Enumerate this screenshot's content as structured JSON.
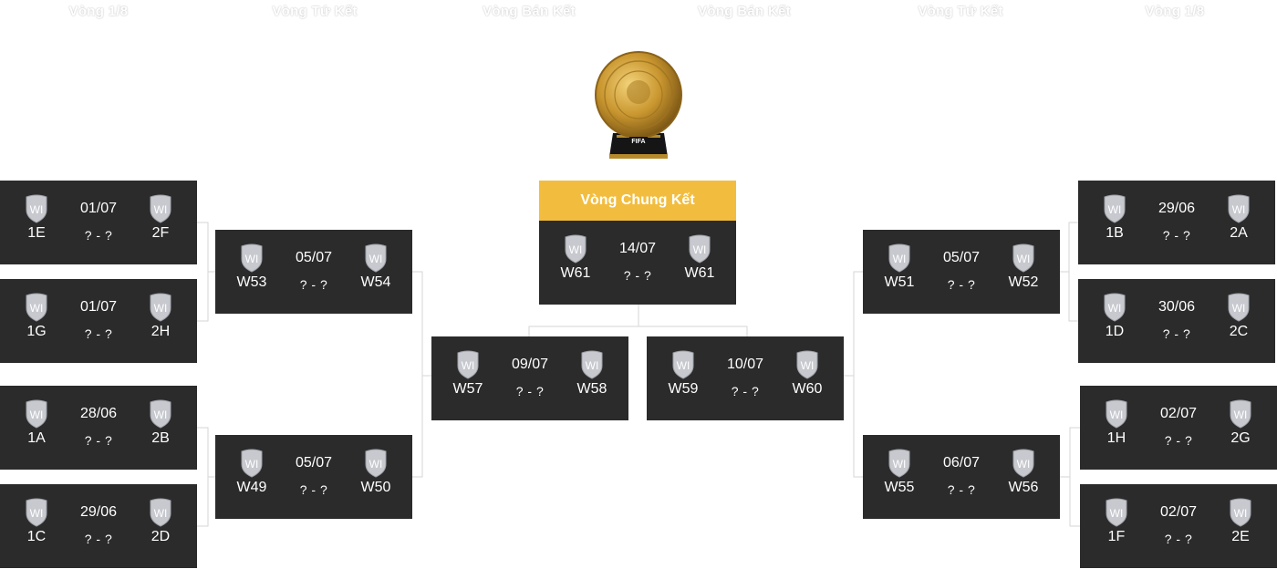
{
  "rounds": {
    "r16_left": "Vòng 1/8",
    "qf_left": "Vòng Tứ Kết",
    "sf_left": "Vòng Bán Kết",
    "sf_right": "Vòng Bán Kết",
    "qf_right": "Vòng Tứ Kết",
    "r16_right": "Vòng 1/8"
  },
  "final": {
    "title": "Vòng Chung Kết",
    "date": "14/07",
    "score": "? - ?",
    "home": "W61",
    "away": "W61"
  },
  "shield_label": "WI",
  "trophy_label": "FIFA",
  "matches": {
    "m1": {
      "date": "01/07",
      "score": "? - ?",
      "home": "1E",
      "away": "2F"
    },
    "m2": {
      "date": "01/07",
      "score": "? - ?",
      "home": "1G",
      "away": "2H"
    },
    "m3": {
      "date": "28/06",
      "score": "? - ?",
      "home": "1A",
      "away": "2B"
    },
    "m4": {
      "date": "29/06",
      "score": "? - ?",
      "home": "1C",
      "away": "2D"
    },
    "m5": {
      "date": "05/07",
      "score": "? - ?",
      "home": "W53",
      "away": "W54"
    },
    "m6": {
      "date": "05/07",
      "score": "? - ?",
      "home": "W49",
      "away": "W50"
    },
    "m7": {
      "date": "09/07",
      "score": "? - ?",
      "home": "W57",
      "away": "W58"
    },
    "m8": {
      "date": "10/07",
      "score": "? - ?",
      "home": "W59",
      "away": "W60"
    },
    "m9": {
      "date": "05/07",
      "score": "? - ?",
      "home": "W51",
      "away": "W52"
    },
    "m10": {
      "date": "06/07",
      "score": "? - ?",
      "home": "W55",
      "away": "W56"
    },
    "m11": {
      "date": "29/06",
      "score": "? - ?",
      "home": "1B",
      "away": "2A"
    },
    "m12": {
      "date": "30/06",
      "score": "? - ?",
      "home": "1D",
      "away": "2C"
    },
    "m13": {
      "date": "02/07",
      "score": "? - ?",
      "home": "1H",
      "away": "2G"
    },
    "m14": {
      "date": "02/07",
      "score": "? - ?",
      "home": "1F",
      "away": "2E"
    }
  },
  "colors": {
    "card": "#2b2b2b",
    "final_header": "#f2bd3f",
    "shield": "#c7c9cf",
    "connector": "#d6d6d6"
  }
}
